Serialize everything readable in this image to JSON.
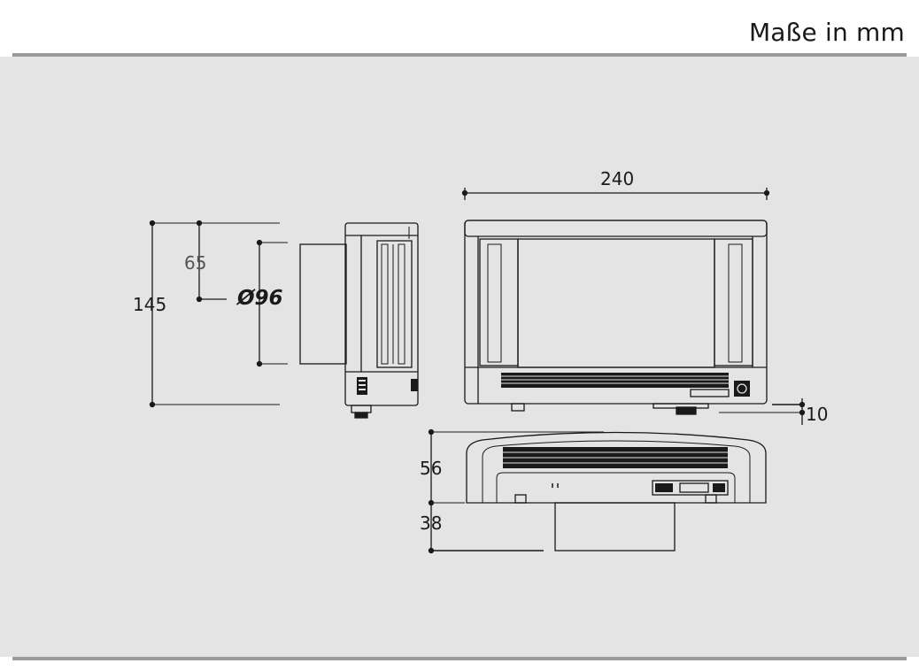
{
  "header": {
    "title": "Maße in mm"
  },
  "colors": {
    "panel": "#e4e4e4",
    "rule": "#9b9b9b",
    "line": "#1a1a1a",
    "text": "#1a1a1a"
  },
  "dimensions": {
    "height_total": "145",
    "pipe_center": "65",
    "pipe_diameter": "Ø96",
    "width": "240",
    "foot_offset": "10",
    "depth_body": "56",
    "depth_pipe": "38"
  }
}
